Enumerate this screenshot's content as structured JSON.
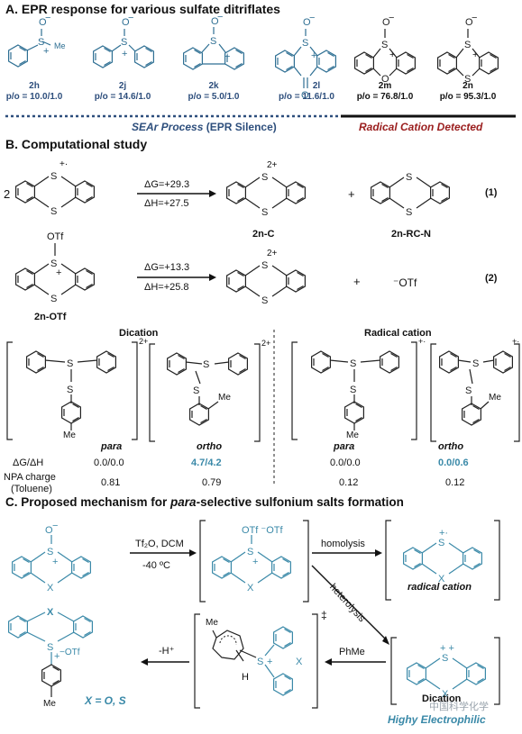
{
  "section_a": {
    "title": "A. EPR response for various sulfate ditriflates",
    "compounds": [
      {
        "id": "2h",
        "ratio": "p/o = 10.0/1.0"
      },
      {
        "id": "2j",
        "ratio": "p/o = 14.6/1.0"
      },
      {
        "id": "2k",
        "ratio": "p/o = 5.0/1.0"
      },
      {
        "id": "2l",
        "ratio": "p/o = 11.6/1.0"
      },
      {
        "id": "2m",
        "ratio": "p/o = 76.8/1.0"
      },
      {
        "id": "2n",
        "ratio": "p/o = 95.3/1.0"
      }
    ],
    "me_label": "Me",
    "left_banner": {
      "italic": "SEAr Process",
      "plain": " (EPR Silence)"
    },
    "right_banner": "Radical Cation Detected"
  },
  "section_b": {
    "title": "B. Computational study",
    "eq1": {
      "coef": "2",
      "dg": "ΔG=+29.3",
      "dh": "ΔH=+27.5",
      "plus": "+",
      "num": "(1)",
      "product1": "2n-C",
      "product2": "2n-RC-N",
      "rad_charge": "+·",
      "dication_charge": "2+"
    },
    "eq2": {
      "reactant": "2n-OTf",
      "otf": "OTf",
      "dg": "ΔG=+13.3",
      "dh": "ΔH=+25.8",
      "plus": "+",
      "anion": "⁻OTf",
      "num": "(2)",
      "charge": "2+"
    },
    "dication_label": "Dication",
    "radical_label": "Radical cation",
    "structures": [
      {
        "label": "para",
        "dg": "0.0/0.0",
        "npa": "0.81",
        "charge": "2+"
      },
      {
        "label": "ortho",
        "dg": "4.7/4.2",
        "npa": "0.79",
        "charge": "2+"
      },
      {
        "label": "para",
        "dg": "0.0/0.0",
        "npa": "0.12",
        "charge": "+·"
      },
      {
        "label": "ortho",
        "dg": "0.0/0.6",
        "npa": "0.12",
        "charge": "+·"
      }
    ],
    "row_dg_label": "ΔG/ΔH",
    "row_npa_label1": "NPA charge",
    "row_npa_label2": "(Toluene)"
  },
  "section_c": {
    "title": "C. Proposed mechanism for para-selective sulfonium salts formation",
    "title_pre": "C. Proposed mechanism for ",
    "title_it": "para",
    "title_post": "-selective sulfonium salts formation",
    "reagent1": "Tf₂O, DCM",
    "reagent2": "-40 ºC",
    "homolysis": "homolysis",
    "heterolysis": "heterolysis",
    "phme": "PhMe",
    "minus_h": "-H⁺",
    "radical_cation": "radical cation",
    "dication": "Dication",
    "highly": "Highy Electrophilic",
    "x_eq": "X = O, S",
    "otf_pair": "OTf ⁻OTf",
    "otf_minus": "−OTf",
    "dagger": "‡",
    "h_label": "H",
    "me": "Me",
    "x": "X"
  },
  "watermark": "中国科学化学"
}
